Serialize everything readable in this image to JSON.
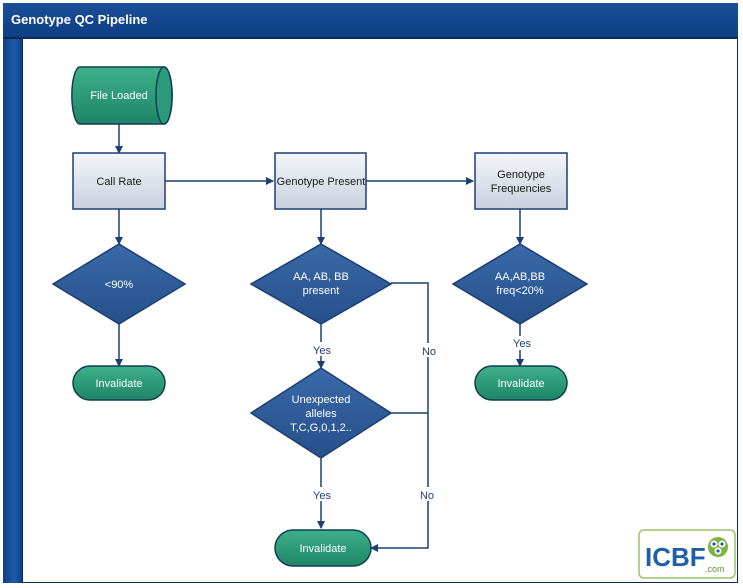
{
  "title": "Genotype QC Pipeline",
  "nodes": {
    "file_loaded": "File Loaded",
    "call_rate": "Call Rate",
    "genotype_present": "Genotype Present",
    "genotype_frequencies": [
      "Genotype",
      "Frequencies"
    ],
    "cond_call_rate": "<90%",
    "cond_present": [
      "AA, AB, BB",
      "present"
    ],
    "cond_unexpected": [
      "Unexpected",
      "alleles",
      "T,C,G,0,1,2.."
    ],
    "cond_freq": [
      "AA,AB,BB",
      "freq<20%"
    ],
    "invalidate_1": "Invalidate",
    "invalidate_2": "Invalidate",
    "invalidate_3": "Invalidate"
  },
  "edge_labels": {
    "yes_present": "Yes",
    "no_present": "No",
    "yes_unexpected": "Yes",
    "no_unexpected": "No",
    "yes_freq": "Yes"
  },
  "logo": {
    "text": "ICBF",
    "suffix": ".com"
  },
  "colors": {
    "title_bar": "#0f3f86",
    "terminal": "#2a9a78",
    "decision": "#2f5d9a",
    "process": "#e3e6ee",
    "arrow": "#1d3f73"
  }
}
